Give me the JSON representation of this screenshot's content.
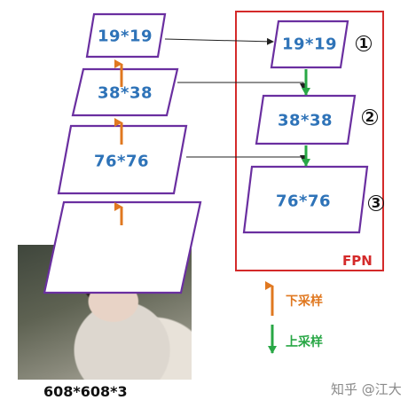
{
  "left_stack": {
    "labels": [
      "19*19",
      "38*38",
      "76*76"
    ],
    "input_size": "608*608*3"
  },
  "fpn": {
    "title": "FPN",
    "labels": [
      "19*19",
      "38*38",
      "76*76"
    ],
    "markers": [
      "1",
      "2",
      "3"
    ]
  },
  "legend": {
    "downsample": "下采样",
    "upsample": "上采样"
  },
  "watermark": "知乎 @江大",
  "colors": {
    "box_border": "#6a2fa0",
    "label_text": "#2e73b8",
    "downsample_arrow": "#e07820",
    "upsample_arrow": "#28a745",
    "fpn_border": "#d42a2a"
  }
}
